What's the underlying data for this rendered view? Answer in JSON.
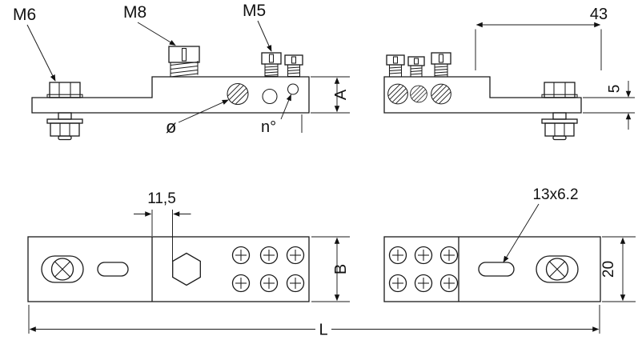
{
  "drawing": {
    "callouts": {
      "m6": "M6",
      "m8": "M8",
      "m5": "M5",
      "diameter": "ø",
      "hole_count": "n°",
      "slot_size": "13x6.2"
    },
    "dims": {
      "len43": "43",
      "thk5": "5",
      "hA": "A",
      "off115": "11,5",
      "wB": "B",
      "w20": "20",
      "totalL": "L"
    },
    "colors": {
      "line": "#1a1a1a",
      "text": "#111111",
      "background": "#ffffff"
    }
  }
}
